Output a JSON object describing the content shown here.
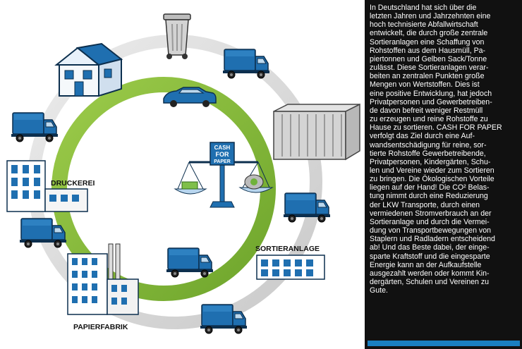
{
  "labels": {
    "druckerei": "DRUCKEREI",
    "sortieranlage": "SORTIERANLAGE",
    "papierfabrik": "PAPIERFABRIK"
  },
  "logo": {
    "line1": "CASH",
    "line2": "FOR",
    "line3": "PAPER"
  },
  "colors": {
    "truck_blue": "#1f6fb0",
    "green_ring": "#8bbd3c",
    "grey_ring": "#d7d7d7",
    "panel_bg": "#111111",
    "accent_bar": "#1a7fc1"
  },
  "description": "In Deutschland hat sich über die\nletzten Jahren und Jahrzehnten eine\nhoch technisierte Abfallwirtschaft\nentwickelt, die durch große zentrale\nSortieranlagen eine Schaffung von\nRohstoffen aus dem Hausmüll, Pa-\npiertonnen und Gelben Sack/Tonne\nzulässt. Diese Sortieranlagen verar-\nbeiten an zentralen Punkten große\nMengen von Wertstoffen. Dies ist\neine positive Entwicklung, hat jedoch\nPrivatpersonen und Gewerbetreiben-\nde davon befreit weniger Restmüll\nzu erzeugen und reine Rohstoffe zu\nHause zu sortieren. CASH FOR PAPER\nverfolgt das Ziel durch eine Auf-\nwandsentschädigung für reine, sor-\ntierte Rohstoffe Gewerbetreibende,\nPrivatpersonen, Kindergärten, Schu-\nlen und Vereine wieder zum Sortieren\nzu bringen. Die Ökologischen Vorteile\nliegen auf der Hand! Die CO² Belas-\ntung nimmt durch eine Reduzierung\nder LKW Transporte, durch einen\nvermiedenen Stromverbrauch an der\nSortieranlage und durch die Vermei-\ndung von Transportbewegungen von\nStaplern und Radladern entscheidend\nab! Und das Beste dabei, der einge-\nsparte Kraftstoff und die eingesparte\nEnergie kann an der Aufkaufstelle\nausgezahlt werden oder kommt Kin-\ndergärten, Schulen und Vereinen zu\nGute."
}
